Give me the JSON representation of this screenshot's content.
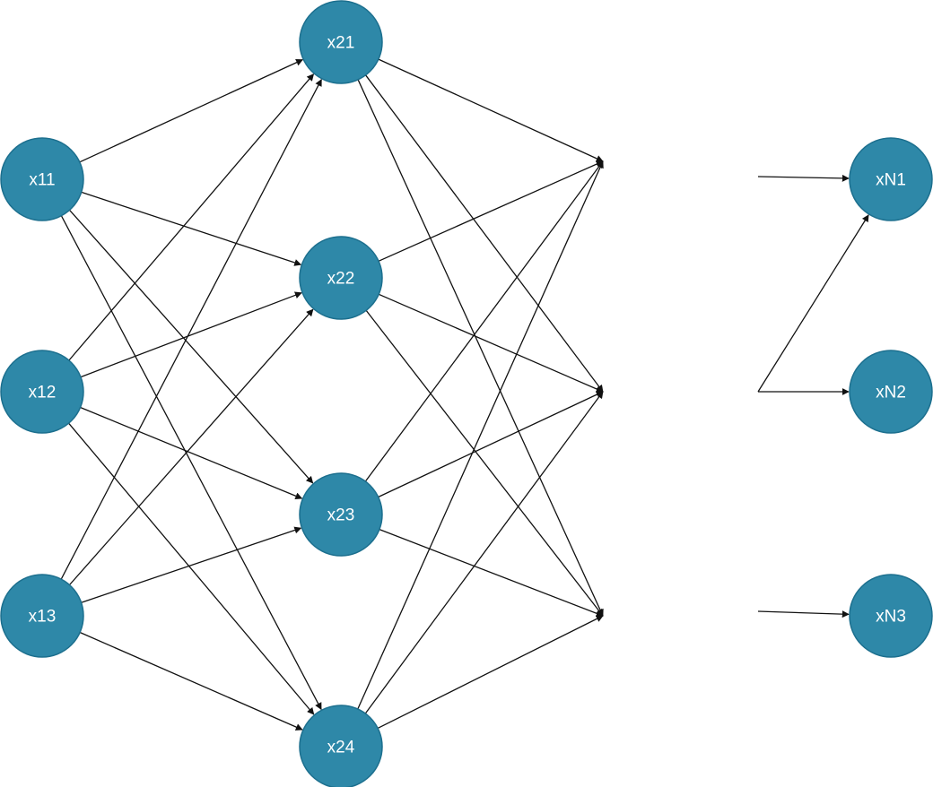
{
  "diagram": {
    "nodes": [
      {
        "id": "x11",
        "label": "x11",
        "layer": "input"
      },
      {
        "id": "x12",
        "label": "x12",
        "layer": "input"
      },
      {
        "id": "x13",
        "label": "x13",
        "layer": "input"
      },
      {
        "id": "x21",
        "label": "x21",
        "layer": "hidden"
      },
      {
        "id": "x22",
        "label": "x22",
        "layer": "hidden"
      },
      {
        "id": "x23",
        "label": "x23",
        "layer": "hidden"
      },
      {
        "id": "x24",
        "label": "x24",
        "layer": "hidden"
      },
      {
        "id": "xN1",
        "label": "xN1",
        "layer": "output"
      },
      {
        "id": "xN2",
        "label": "xN2",
        "layer": "output"
      },
      {
        "id": "xN3",
        "label": "xN3",
        "layer": "output"
      }
    ],
    "edges": [
      {
        "from": "x11",
        "to": "x21"
      },
      {
        "from": "x11",
        "to": "x22"
      },
      {
        "from": "x11",
        "to": "x23"
      },
      {
        "from": "x11",
        "to": "x24"
      },
      {
        "from": "x12",
        "to": "x21"
      },
      {
        "from": "x12",
        "to": "x22"
      },
      {
        "from": "x12",
        "to": "x23"
      },
      {
        "from": "x12",
        "to": "x24"
      },
      {
        "from": "x13",
        "to": "x21"
      },
      {
        "from": "x13",
        "to": "x22"
      },
      {
        "from": "x13",
        "to": "x23"
      },
      {
        "from": "x13",
        "to": "x24"
      },
      {
        "from": "x21",
        "to": "next-1"
      },
      {
        "from": "x21",
        "to": "next-2"
      },
      {
        "from": "x21",
        "to": "next-3"
      },
      {
        "from": "x22",
        "to": "next-1"
      },
      {
        "from": "x22",
        "to": "next-2"
      },
      {
        "from": "x22",
        "to": "next-3"
      },
      {
        "from": "x23",
        "to": "next-1"
      },
      {
        "from": "x23",
        "to": "next-2"
      },
      {
        "from": "x23",
        "to": "next-3"
      },
      {
        "from": "x24",
        "to": "next-1"
      },
      {
        "from": "x24",
        "to": "next-2"
      },
      {
        "from": "x24",
        "to": "next-3"
      },
      {
        "from": "prev-1",
        "to": "xN1"
      },
      {
        "from": "prev-2",
        "to": "xN1"
      },
      {
        "from": "prev-2",
        "to": "xN2"
      },
      {
        "from": "prev-3",
        "to": "xN3"
      }
    ],
    "colors": {
      "node_fill": "#2e88a8",
      "node_stroke": "#1c6f8e",
      "label": "#ffffff",
      "edge": "#111111"
    }
  }
}
